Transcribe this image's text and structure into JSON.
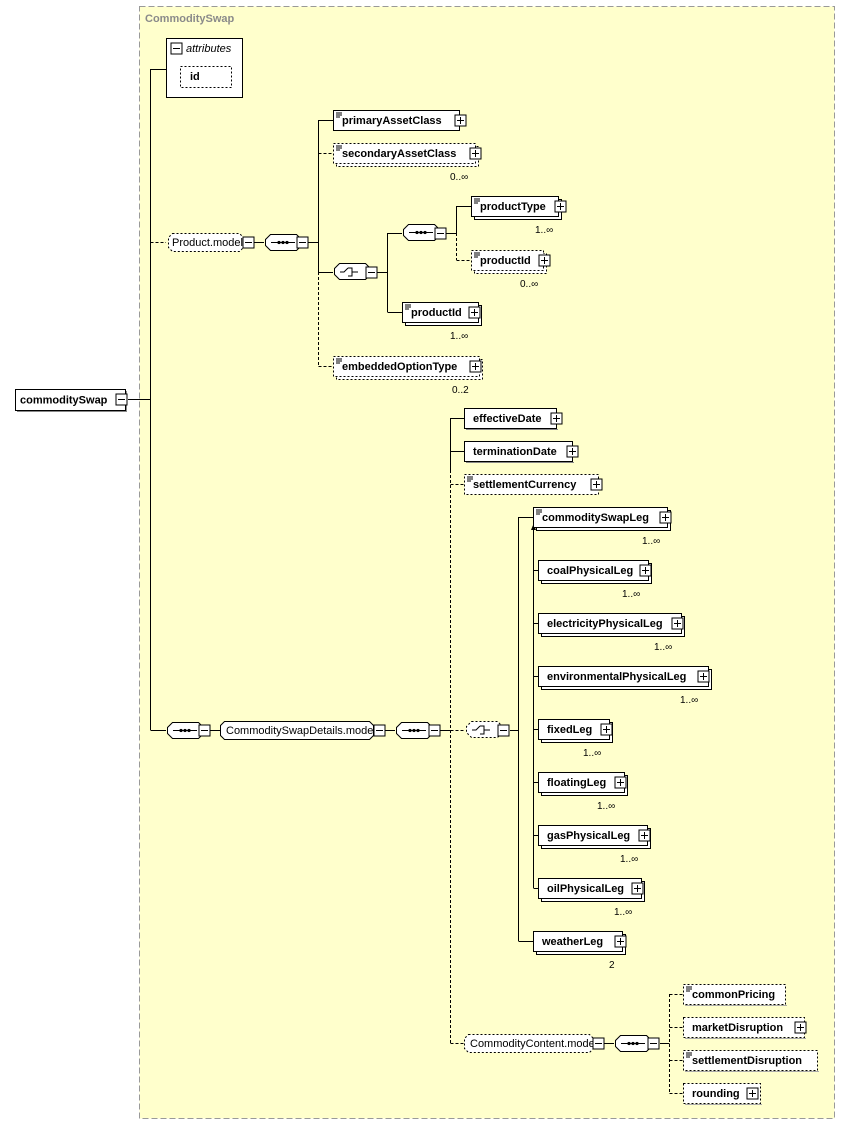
{
  "diagram": {
    "title": "CommoditySwap",
    "root": "commoditySwap",
    "attributes_label": "attributes",
    "attribute_id": "id",
    "groups": {
      "product_model": "Product.model",
      "details_model": "CommoditySwapDetails.model",
      "content_model": "CommodityContent.model"
    },
    "elements": {
      "primaryAssetClass": "primaryAssetClass",
      "secondaryAssetClass": "secondaryAssetClass",
      "productType": "productType",
      "productId_1": "productId",
      "productId_2": "productId",
      "embeddedOptionType": "embeddedOptionType",
      "effectiveDate": "effectiveDate",
      "terminationDate": "terminationDate",
      "settlementCurrency": "settlementCurrency",
      "commoditySwapLeg": "commoditySwapLeg",
      "coalPhysicalLeg": "coalPhysicalLeg",
      "electricityPhysicalLeg": "electricityPhysicalLeg",
      "environmentalPhysicalLeg": "environmentalPhysicalLeg",
      "fixedLeg": "fixedLeg",
      "floatingLeg": "floatingLeg",
      "gasPhysicalLeg": "gasPhysicalLeg",
      "oilPhysicalLeg": "oilPhysicalLeg",
      "weatherLeg": "weatherLeg",
      "commonPricing": "commonPricing",
      "marketDisruption": "marketDisruption",
      "settlementDisruption": "settlementDisruption",
      "rounding": "rounding"
    },
    "cardinalities": {
      "secondaryAssetClass": "0..∞",
      "productType": "1..∞",
      "productId_1": "0..∞",
      "productId_2": "1..∞",
      "embeddedOptionType": "0..2",
      "commoditySwapLeg": "1..∞",
      "coalPhysicalLeg": "1..∞",
      "electricityPhysicalLeg": "1..∞",
      "environmentalPhysicalLeg": "1..∞",
      "fixedLeg": "1..∞",
      "floatingLeg": "1..∞",
      "gasPhysicalLeg": "1..∞",
      "oilPhysicalLeg": "1..∞",
      "weatherLeg": "2"
    },
    "colors": {
      "background": "#ffffcc",
      "frame": "#999999",
      "title": "#8a8a8a",
      "line": "#000000"
    }
  }
}
